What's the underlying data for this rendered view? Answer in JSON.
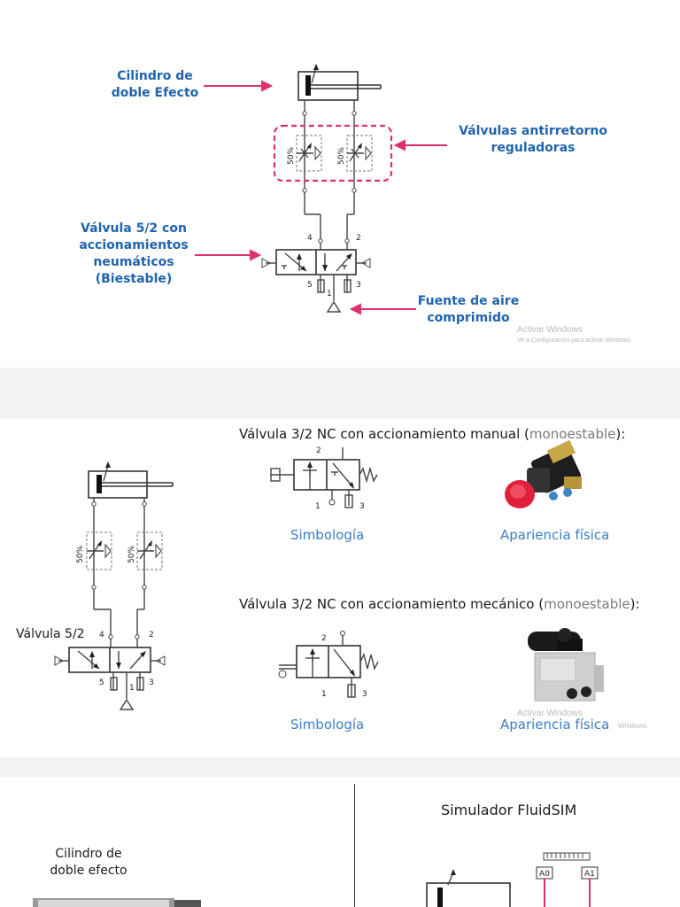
{
  "slide1": {
    "label_cylinder": "Cilindro de\ndoble Efecto",
    "label_check_valves": "Válvulas antirretorno\nreguladoras",
    "label_valve": "Válvula 5/2 con\naccionamientos\nneumáticos\n(Biestable)",
    "label_air": "Fuente de aire\ncomprimido",
    "port_4": "4",
    "port_2": "2",
    "port_5": "5",
    "port_3": "3",
    "port_1": "1",
    "pct_left": "50%",
    "pct_right": "50%",
    "watermark_title": "Activar Windows",
    "watermark_sub": "Ve a Configuración para activar Windows."
  },
  "slide2": {
    "label_valve52": "Válvula 5/2",
    "port_4": "4",
    "port_2": "2",
    "port_5": "5",
    "port_3": "3",
    "port_1": "1",
    "pct_left": "50%",
    "pct_right": "50%",
    "manual_heading": "Válvula 3/2 NC con accionamiento manual (",
    "manual_heading_mono": "monoestable",
    "manual_heading_end": "):",
    "mech_heading": "Válvula 3/2 NC con accionamiento mecánico (",
    "mech_heading_mono": "monoestable",
    "mech_heading_end": "):",
    "v32_port_2": "2",
    "v32_port_1": "1",
    "v32_port_3": "3",
    "simbologia_1": "Simbología",
    "apariencia_1": "Apariencia física",
    "simbologia_2": "Simbología",
    "apariencia_2": "Apariencia física",
    "watermark_title": "Activar Windows",
    "watermark_sub": "Windows."
  },
  "slide3": {
    "label_cylinder": "Cilindro de\ndoble efecto",
    "simulator_title": "Simulador FluidSIM",
    "tag_a0": "A0",
    "tag_a1": "A1"
  },
  "colors": {
    "label_blue": "#1f63ad",
    "caption_blue": "#3b7ec4",
    "arrow_pink": "#e0306a",
    "red_button": "#e0203a"
  }
}
